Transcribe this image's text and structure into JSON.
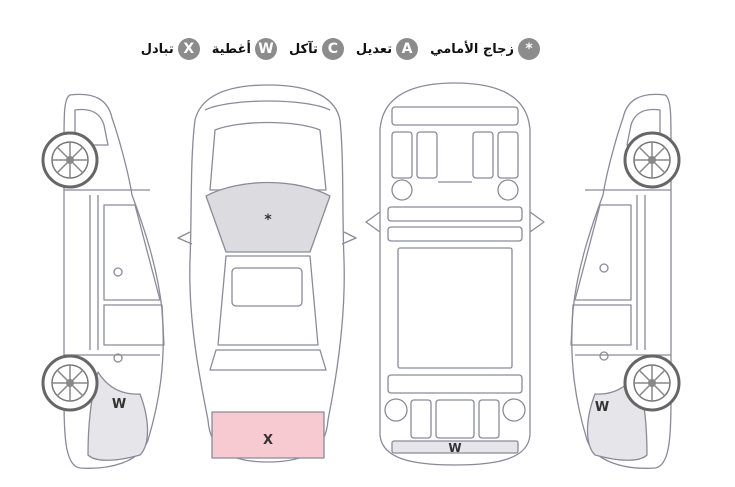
{
  "legend": [
    {
      "symbol": "*",
      "label": "زجاج الأمامي"
    },
    {
      "symbol": "A",
      "label": "تعديل"
    },
    {
      "symbol": "C",
      "label": "تآكل"
    },
    {
      "symbol": "W",
      "label": "أغطية"
    },
    {
      "symbol": "X",
      "label": "تبادل"
    }
  ],
  "marks": {
    "windshield_symbol": "*",
    "trunk_symbol": "X",
    "left_side_symbol": "W",
    "right_side_symbol": "W",
    "bottom_symbol": "W"
  },
  "colors": {
    "outline": "#8a8a9a",
    "windshield_fill": "#dcdce0",
    "trunk_fill": "#f7c9d0",
    "side_fill": "#e6e6ea",
    "badge": "#8c8c8c"
  }
}
